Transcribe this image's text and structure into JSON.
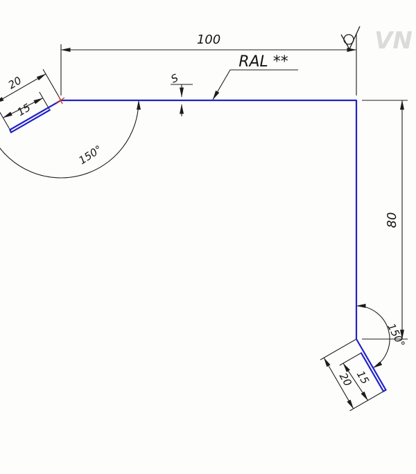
{
  "colors": {
    "profile": "#2222c8",
    "dimension": "#1c1c1c",
    "corner_mark": "#d03a20",
    "watermark": "#8a9096"
  },
  "labels": {
    "dim_width_top": "100",
    "coating": "RAL **",
    "thickness": "S",
    "dim_height_right": "80",
    "angle_top_left": "150°",
    "angle_bottom_right": "150°",
    "left_flange_length": "20",
    "left_flange_hem": "15",
    "bottom_flange_hem": "15",
    "bottom_flange_length": "20"
  },
  "watermark": "VN"
}
